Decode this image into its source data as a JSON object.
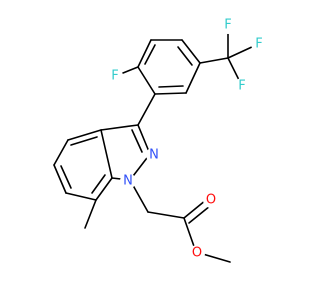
{
  "molecule": {
    "colors": {
      "bond": "#000000",
      "fluorine": "#33cccc",
      "nitrogen": "#3050f8",
      "oxygen": "#ff0d0d"
    },
    "atoms": {
      "F_ring": "F",
      "F_cf3_top": "F",
      "F_cf3_right": "F",
      "F_cf3_bottom": "F",
      "N_2": "N",
      "N_1": "N",
      "O_carbonyl": "O",
      "O_ester": "O"
    }
  }
}
